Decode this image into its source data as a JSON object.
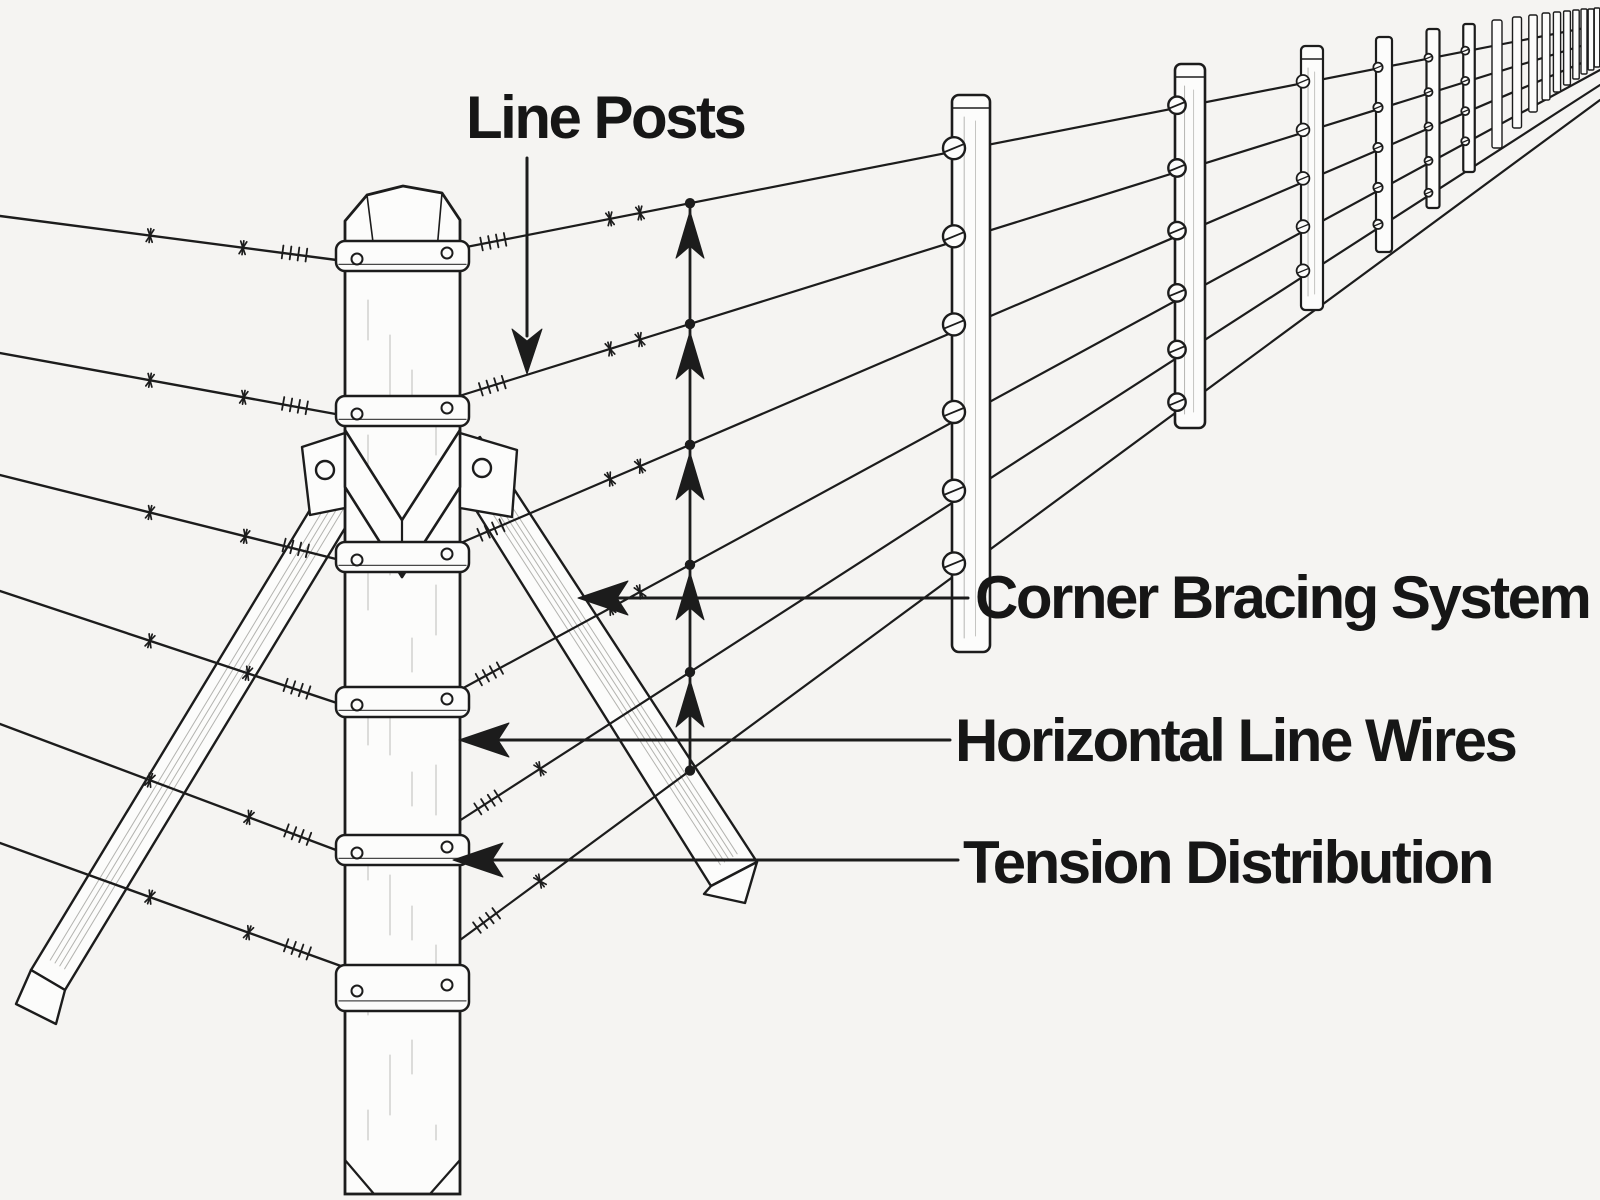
{
  "page": {
    "background_color": "#f5f4f2",
    "ink_color": "#1c1c1c",
    "style": "black-and-white technical line illustration"
  },
  "diagram": {
    "subject": "wire fence corner assembly with bracing",
    "labels": {
      "line_posts": "Line Posts",
      "corner_bracing": "Corner Bracing System",
      "horizontal_wires": "Horizontal Line Wires",
      "tension_distribution": "Tension Distribution"
    },
    "annotations": {
      "line_posts_arrow": "downward arrow from Line Posts label to fence line",
      "corner_bracing_arrow": "left-pointing leader arrow to diagonal brace",
      "horizontal_wires_arrow": "left-pointing leader arrow to corner post",
      "tension_distribution_arrow": "left-pointing leader arrow to corner post",
      "wire_spacing_arrows": "vertical line with 5 upward arrowheads marking wire spacing"
    },
    "counts": {
      "horizontal_wires": 6,
      "corner_post_clamp_bands": 6,
      "diagonal_braces": 2,
      "visible_line_posts": 16,
      "wire_spacing_arrowheads": 5
    }
  }
}
